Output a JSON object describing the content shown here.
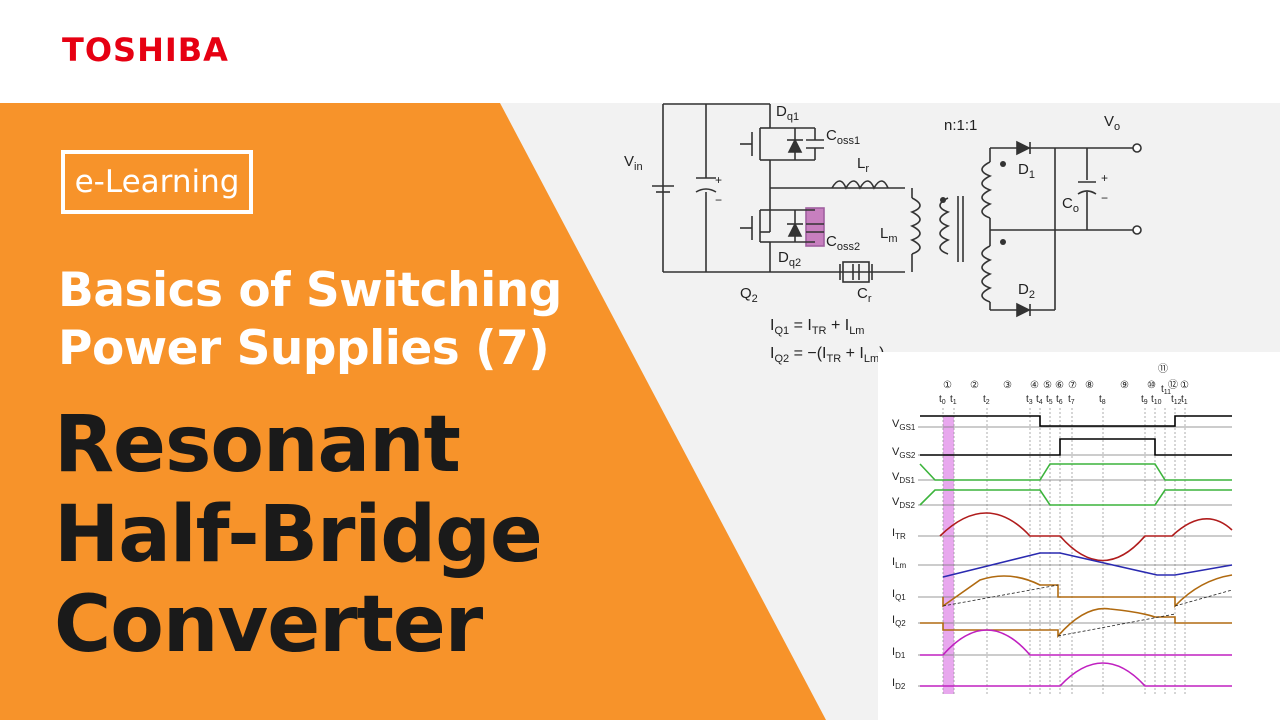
{
  "brand": {
    "logo": "TOSHIBA",
    "accent": "#e60012",
    "orange": "#f7932a"
  },
  "badge": {
    "label": "e-Learning"
  },
  "subtitle": {
    "line1": "Basics of Switching",
    "line2": "Power Supplies (7)"
  },
  "title": {
    "line1": "Resonant",
    "line2": "Half-Bridge",
    "line3": "Converter"
  },
  "circuit": {
    "vin": "V",
    "vin_sub": "in",
    "dq1": "D",
    "dq1_sub": "q1",
    "coss1": "C",
    "coss1_sub": "oss1",
    "coss2": "C",
    "coss2_sub": "oss2",
    "dq2": "D",
    "dq2_sub": "q2",
    "q2": "Q",
    "q2_sub": "2",
    "lr": "L",
    "lr_sub": "r",
    "lm": "L",
    "lm_sub": "m",
    "cr": "C",
    "cr_sub": "r",
    "ratio": "n:1:1",
    "d1": "D",
    "d1_sub": "1",
    "d2": "D",
    "d2_sub": "2",
    "vo": "V",
    "vo_sub": "o",
    "co": "C",
    "co_sub": "o",
    "plus": "+",
    "minus": "−"
  },
  "equations": {
    "eq1": {
      "a": "I",
      "a_sub": "Q1",
      "b": " = I",
      "b_sub": "TR",
      "c": " + I",
      "c_sub": "Lm",
      "d": ""
    },
    "eq2": {
      "a": "I",
      "a_sub": "Q2",
      "b": " = −(I",
      "b_sub": "TR",
      "c": " + I",
      "c_sub": "Lm",
      "d": ")"
    }
  },
  "timing": {
    "intervals": [
      "①",
      "②",
      "③",
      "④",
      "⑤",
      "⑥",
      "⑦",
      "⑧",
      "⑨",
      "⑩",
      "⑪",
      "⑫",
      "①"
    ],
    "times": [
      {
        "t": "t",
        "s": "0"
      },
      {
        "t": "t",
        "s": "1"
      },
      {
        "t": "t",
        "s": "2"
      },
      {
        "t": "t",
        "s": "3"
      },
      {
        "t": "t",
        "s": "4"
      },
      {
        "t": "t",
        "s": "5"
      },
      {
        "t": "t",
        "s": "6"
      },
      {
        "t": "t",
        "s": "7"
      },
      {
        "t": "t",
        "s": "8"
      },
      {
        "t": "t",
        "s": "9"
      },
      {
        "t": "t",
        "s": "10"
      },
      {
        "t": "t",
        "s": "11"
      },
      {
        "t": "t",
        "s": "12"
      },
      {
        "t": "t",
        "s": "1"
      }
    ],
    "signals": [
      {
        "n": "V",
        "s": "GS1"
      },
      {
        "n": "V",
        "s": "GS2"
      },
      {
        "n": "V",
        "s": "DS1"
      },
      {
        "n": "V",
        "s": "DS2"
      },
      {
        "n": "I",
        "s": "TR"
      },
      {
        "n": "I",
        "s": "Lm"
      },
      {
        "n": "I",
        "s": "Q1"
      },
      {
        "n": "I",
        "s": "Q2"
      },
      {
        "n": "I",
        "s": "D1"
      },
      {
        "n": "I",
        "s": "D2"
      }
    ],
    "colors": {
      "vgs": "#000000",
      "vds": "#3cb43c",
      "itr": "#b01c1c",
      "ilm": "#2a2ab0",
      "iq": "#b06a10",
      "id": "#c020c0",
      "highlight": "#e8a8ee"
    }
  }
}
